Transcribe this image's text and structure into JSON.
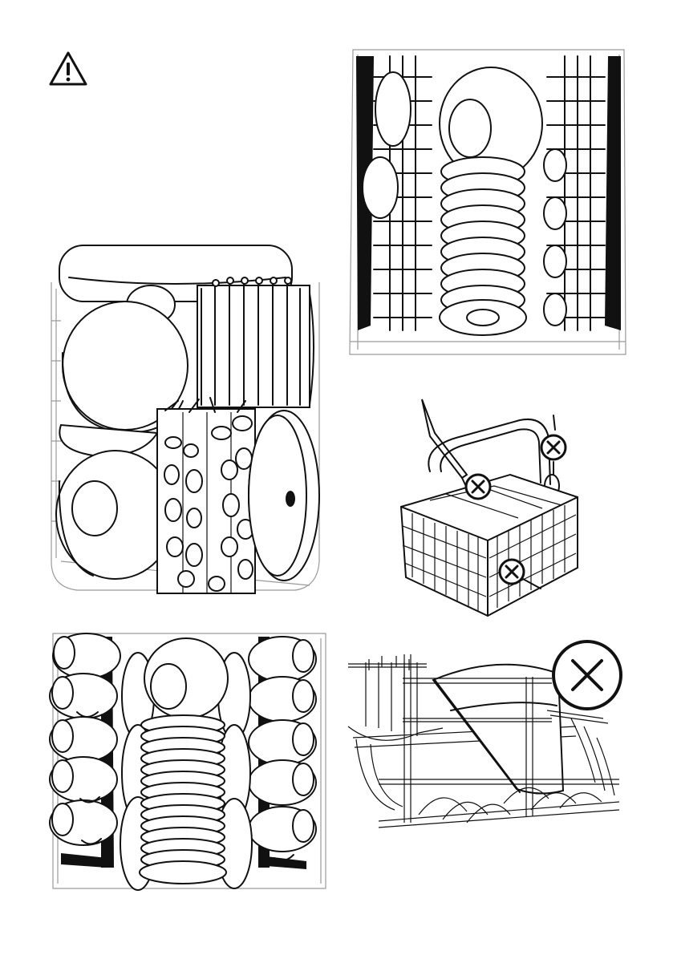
{
  "page": {
    "background": "#ffffff",
    "ink": "#111111",
    "icons": {
      "warning": "warning-triangle-icon",
      "prohibited": "prohibited-cross-icon"
    }
  },
  "figures": [
    {
      "id": "lower-basket-mixed-load",
      "depicts": [
        "plates",
        "bowls",
        "pan-lid",
        "cutlery-basket"
      ]
    },
    {
      "id": "lower-basket-plates",
      "depicts": [
        "plates",
        "rack-tines"
      ]
    },
    {
      "id": "cutlery-basket-do-not",
      "depicts": [
        "knife",
        "spoon",
        "cutlery-basket"
      ],
      "prohibited_marks": 3
    },
    {
      "id": "upper-basket-cups",
      "depicts": [
        "cups",
        "plates"
      ]
    },
    {
      "id": "baking-tray-do-not",
      "depicts": [
        "tray",
        "racks"
      ],
      "prohibited_marks": 1
    }
  ]
}
